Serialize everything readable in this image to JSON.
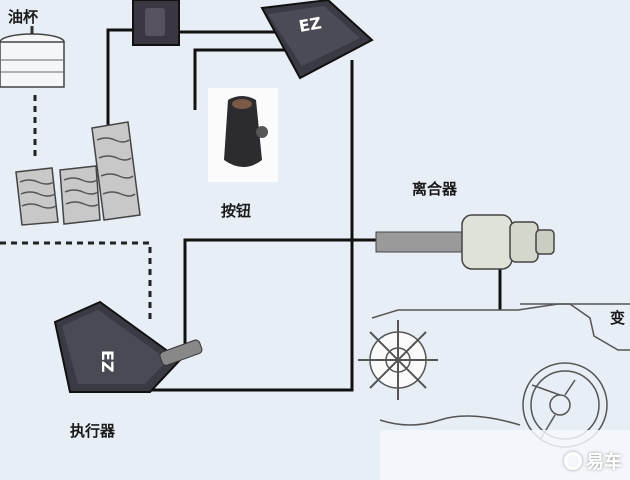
{
  "labels": {
    "oil_cup": "油杯",
    "button": "按钮",
    "clutch": "离合器",
    "actuator": "执行器",
    "transmission": "变"
  },
  "watermark": "易车",
  "ecu_badge": "EZ",
  "colors": {
    "background": "#e7eef6",
    "wire": "#111111",
    "device": "#3a3a44"
  }
}
